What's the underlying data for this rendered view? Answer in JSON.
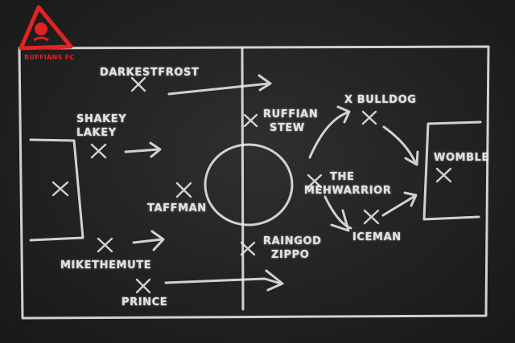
{
  "logo": {
    "icon": "warning-triangle-face-icon",
    "text": "RUFFIANS FC",
    "color": "#e32222"
  },
  "board": {
    "background": "#242424",
    "chalk_color": "#e9e9e9"
  },
  "players": [
    {
      "id": "darkestfrost",
      "lines": [
        "DARKESTFROST"
      ]
    },
    {
      "id": "shakey-lakey",
      "lines": [
        "SHAKEY",
        "LAKEY"
      ]
    },
    {
      "id": "taffman",
      "lines": [
        "TAFFMAN"
      ]
    },
    {
      "id": "mikethemute",
      "lines": [
        "MIKETHEMUTE"
      ]
    },
    {
      "id": "prince",
      "lines": [
        "PRINCE"
      ]
    },
    {
      "id": "ruffian-stew",
      "lines": [
        "RUFFIAN",
        "STEW"
      ]
    },
    {
      "id": "raingod-zippo",
      "lines": [
        "RAINGOD",
        "ZIPPO"
      ]
    },
    {
      "id": "x-bulldog",
      "lines": [
        "X BULLDOG"
      ]
    },
    {
      "id": "the-mehwarrior",
      "lines": [
        "THE",
        "MEHWARRIOR"
      ]
    },
    {
      "id": "iceman",
      "lines": [
        "ICEMAN"
      ]
    },
    {
      "id": "womble",
      "lines": [
        "WOMBLE"
      ]
    }
  ]
}
